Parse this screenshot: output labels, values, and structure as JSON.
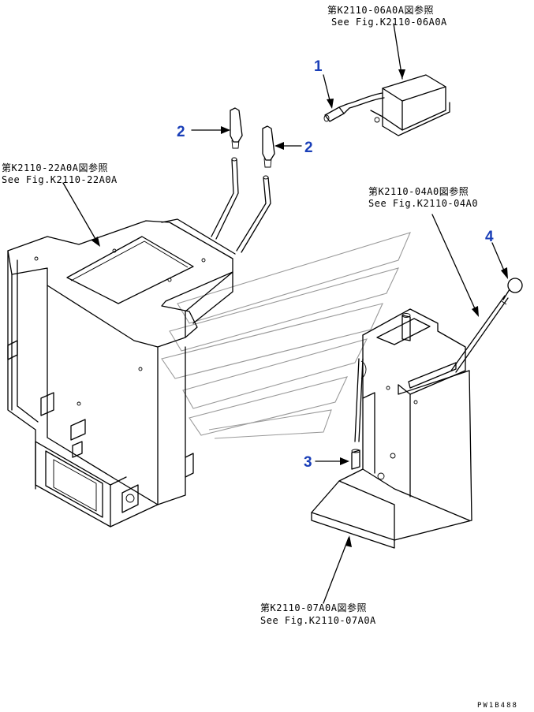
{
  "references": {
    "top_right": {
      "jp": "第K2110-06A0A図参照",
      "en": "See Fig.K2110-06A0A"
    },
    "left": {
      "jp": "第K2110-22A0A図参照",
      "en": "See Fig.K2110-22A0A"
    },
    "right": {
      "jp": "第K2110-04A0図参照",
      "en": "See Fig.K2110-04A0"
    },
    "bottom": {
      "jp": "第K2110-07A0A図参照",
      "en": "See Fig.K2110-07A0A"
    }
  },
  "callouts": {
    "part_1": "1",
    "part_2a": "2",
    "part_2b": "2",
    "part_3": "3",
    "part_4": "4"
  },
  "drawing_code": "PW1B488",
  "colors": {
    "callout": "#1a3fb8",
    "line": "#000000",
    "watermark": "#9a9a9a"
  }
}
